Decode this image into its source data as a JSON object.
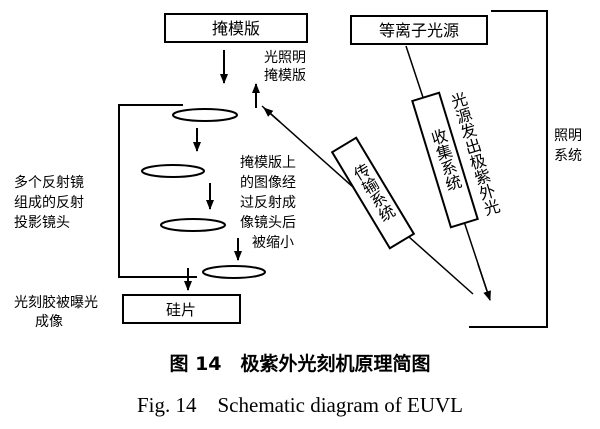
{
  "boxes": {
    "mask": "掩模版",
    "source": "等离子光源",
    "wafer": "硅片"
  },
  "slanted": {
    "collect": "收集系统",
    "emit": "光源发出极紫外光",
    "transmit": "传输系统"
  },
  "labels": {
    "illum_mask_1": "光照明",
    "illum_mask_2": "掩模版",
    "mirrors_1": "多个反射镜",
    "mirrors_2": "组成的反射",
    "mirrors_3": "投影镜头",
    "reduce_1": "掩模版上",
    "reduce_2": "的图像经",
    "reduce_3": "过反射成",
    "reduce_4": "像镜头后",
    "reduce_5": "被缩小",
    "resist_1": "光刻胶被曝光",
    "resist_2": "成像",
    "illum_sys_1": "照明",
    "illum_sys_2": "系统"
  },
  "caption": {
    "cn": "图 14　极紫外光刻机原理简图",
    "en": "Fig. 14　Schematic diagram of  EUVL"
  }
}
